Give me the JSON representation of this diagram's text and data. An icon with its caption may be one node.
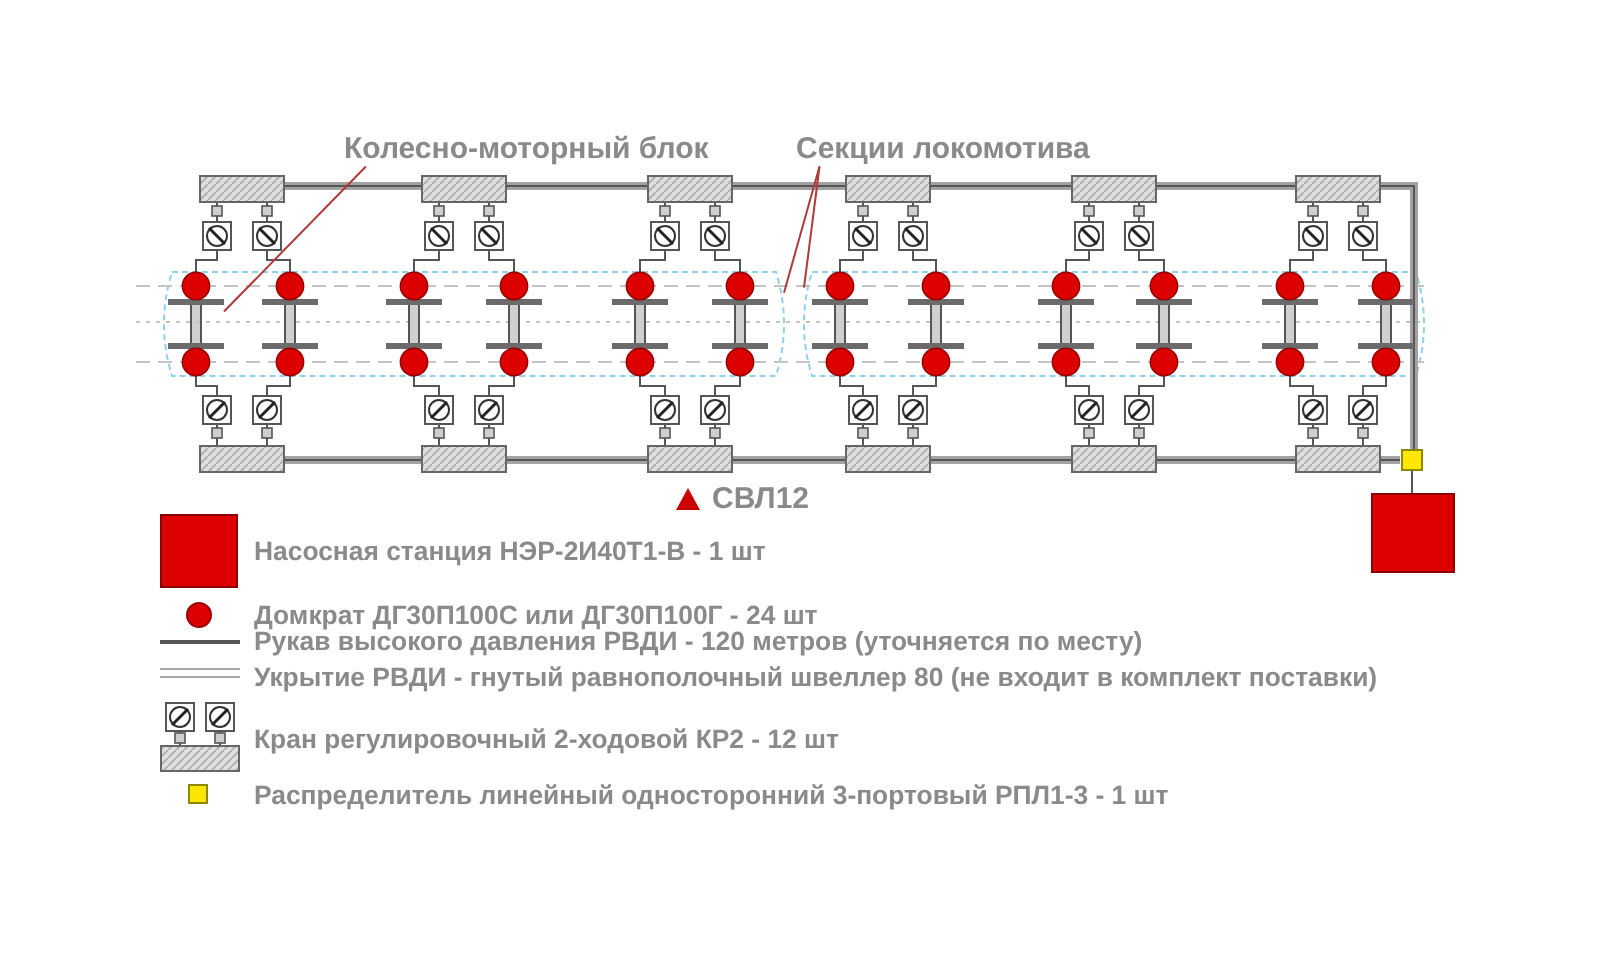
{
  "diagram": {
    "nodes": [
      {
        "text": [
          "Колесно-моторный блок"
        ]
      },
      {
        "text": [
          "Секции локомотива"
        ]
      },
      {
        "text": [],
        "shape": "box"
      },
      {
        "text": [],
        "shape": "bar",
        "in": 2
      },
      {
        "text": [],
        "shape": "box"
      }
    ],
    "edges": [
      {
        "from": 0,
        "to": 3,
        "arrow": "none"
      },
      {
        "from": 1,
        "to": 2,
        "arrow": "none"
      },
      {
        "from": 1,
        "to": 4,
        "arrow": "none"
      }
    ],
    "labels": [
      "СВЛ12"
    ],
    "legend": [
      {
        "text": "Насосная станция НЭР-2И40Т1-В - 1 шт",
        "color": "#dd0000"
      },
      {
        "text": "Домкрат ДГ30П100С или ДГ30П100Г - 24 шт",
        "color": "#dd0000"
      },
      {
        "text": "Рукав высокого давления РВДИ - 120 метров (уточняется по месту)"
      },
      {
        "text": "Укрытие РВДИ - гнутый равнополочный швеллер 80 (не входит в комплект поставки)"
      },
      {
        "text": "Кран регулировочный 2-ходовой КР2 - 12 шт"
      },
      {
        "text": "Распределитель линейный односторонний 3-портовый РПЛ1-3 - 1 шт",
        "color": "#ffe600"
      }
    ]
  }
}
